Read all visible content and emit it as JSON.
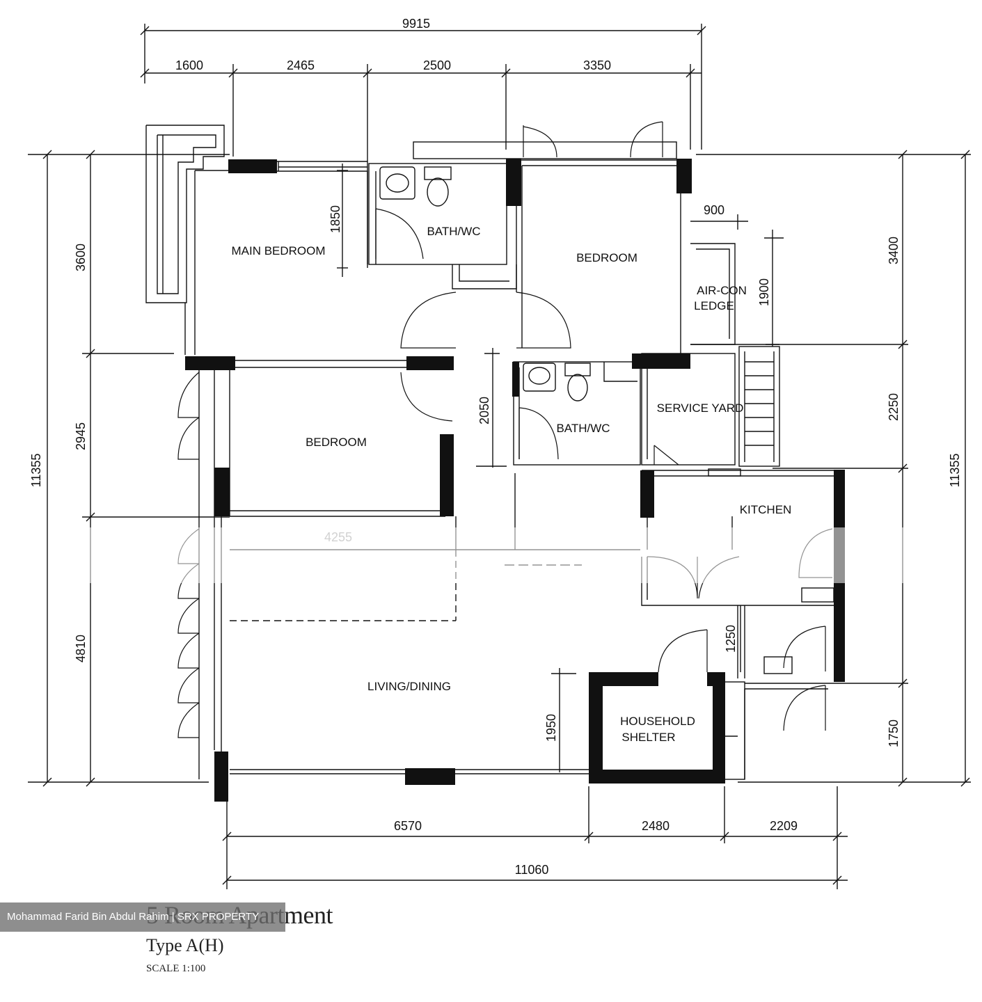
{
  "rooms": {
    "main_bedroom": "MAIN BEDROOM",
    "bath_top": "BATH/WC",
    "bedroom_top": "BEDROOM",
    "aircon": "AIR-CON",
    "aircon_2": "LEDGE",
    "bedroom_left": "BEDROOM",
    "bath_mid": "BATH/WC",
    "service_yard": "SERVICE YARD",
    "kitchen": "KITCHEN",
    "living": "LIVING/DINING",
    "shelter": "HOUSEHOLD",
    "shelter_2": "SHELTER"
  },
  "dimensions": {
    "top_total": "9915",
    "top_1": "1600",
    "top_2": "2465",
    "top_3": "2500",
    "top_4": "3350",
    "left_total": "11355",
    "left_1": "3600",
    "left_2": "2945",
    "left_3": "4810",
    "right_total": "11355",
    "right_1": "3400",
    "right_2": "2250",
    "right_3": "1750",
    "bottom_total": "11060",
    "bottom_1": "6570",
    "bottom_2": "2480",
    "bottom_3": "2209",
    "bath_height": "1850",
    "aircon_w": "900",
    "aircon_h": "1900",
    "bath_mid_h": "2050",
    "corridor_w": "4255",
    "shelter_h": "1950",
    "kitchen_h": "1250"
  },
  "caption": {
    "title": "5 Room Apartment",
    "type": "Type A(H)",
    "scale": "SCALE 1:100"
  },
  "watermark": "Mohammad Farid Bin Abdul Rahim | SRX PROPERTY"
}
